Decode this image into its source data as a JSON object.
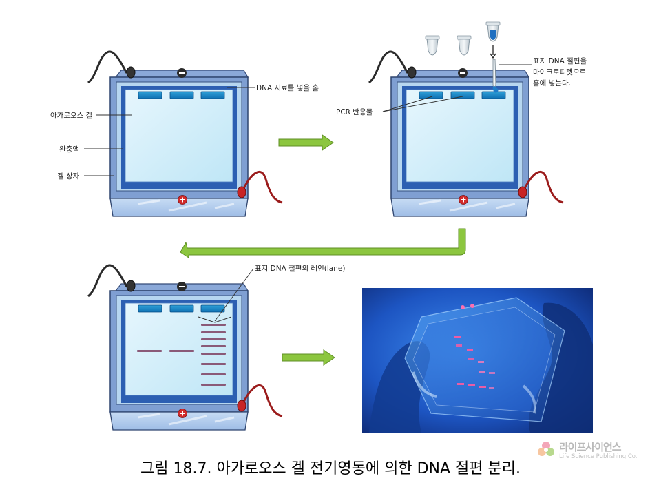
{
  "labels": {
    "sample_well": "DNA 시료를 넣을 홈",
    "agarose_gel": "아가로오스 겔",
    "buffer": "완충액",
    "gel_box": "겔 상자",
    "pcr_product": "PCR 반응물",
    "marker_line1": "표지 DNA 절편을",
    "marker_line2": "마이크로피펫으로",
    "marker_line3": "홈에 넣는다.",
    "marker_lane": "표지 DNA 절편의 레인(lane)"
  },
  "electrodes": {
    "negative": "−",
    "positive": "+"
  },
  "caption": "그림 18.7. 아가로오스 겔 전기영동에 의한 DNA 절편 분리.",
  "logo": {
    "korean": "라이프사이언스",
    "english": "Life Science Publishing Co."
  },
  "colors": {
    "gel": "#bfe6f6",
    "frame": "#6a8cc4",
    "arrow": "#8cc63f",
    "band": "#8a5a78",
    "glow": "#ff5aa0"
  }
}
